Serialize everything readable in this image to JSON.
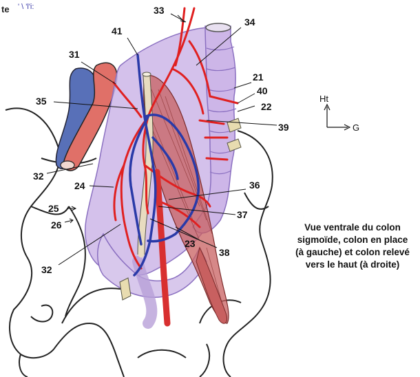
{
  "figure": {
    "corner_text": "te",
    "corner_blue_text": "' \\ 'l'i:"
  },
  "labels": [
    {
      "id": "33",
      "text": "33"
    },
    {
      "id": "34",
      "text": "34"
    },
    {
      "id": "41",
      "text": "41"
    },
    {
      "id": "31",
      "text": "31"
    },
    {
      "id": "35",
      "text": "35"
    },
    {
      "id": "21",
      "text": "21"
    },
    {
      "id": "40",
      "text": "40"
    },
    {
      "id": "22",
      "text": "22"
    },
    {
      "id": "39",
      "text": "39"
    },
    {
      "id": "32a",
      "text": "32"
    },
    {
      "id": "24",
      "text": "24"
    },
    {
      "id": "36",
      "text": "36"
    },
    {
      "id": "25",
      "text": "25"
    },
    {
      "id": "26",
      "text": "26"
    },
    {
      "id": "37",
      "text": "37"
    },
    {
      "id": "23",
      "text": "23"
    },
    {
      "id": "38",
      "text": "38"
    },
    {
      "id": "32b",
      "text": "32"
    }
  ],
  "orientation": {
    "up_label": "Ht",
    "left_label": "G"
  },
  "caption": {
    "line1": "Vue ventrale du colon",
    "line2": "sigmoïde, colon en place",
    "line3": "(à gauche) et colon relevé",
    "line4": "vers le haut (à droite)"
  },
  "colors": {
    "colon": "#cdb6e8",
    "colon_outline": "#8a6fc0",
    "artery": "#e02020",
    "vein": "#2a3aa8",
    "iliac_vein": "#5870b8",
    "iliac_artery": "#e07068",
    "muscle": "#c86060",
    "ureter": "#e8dcc0",
    "bone_outline": "#222222"
  }
}
